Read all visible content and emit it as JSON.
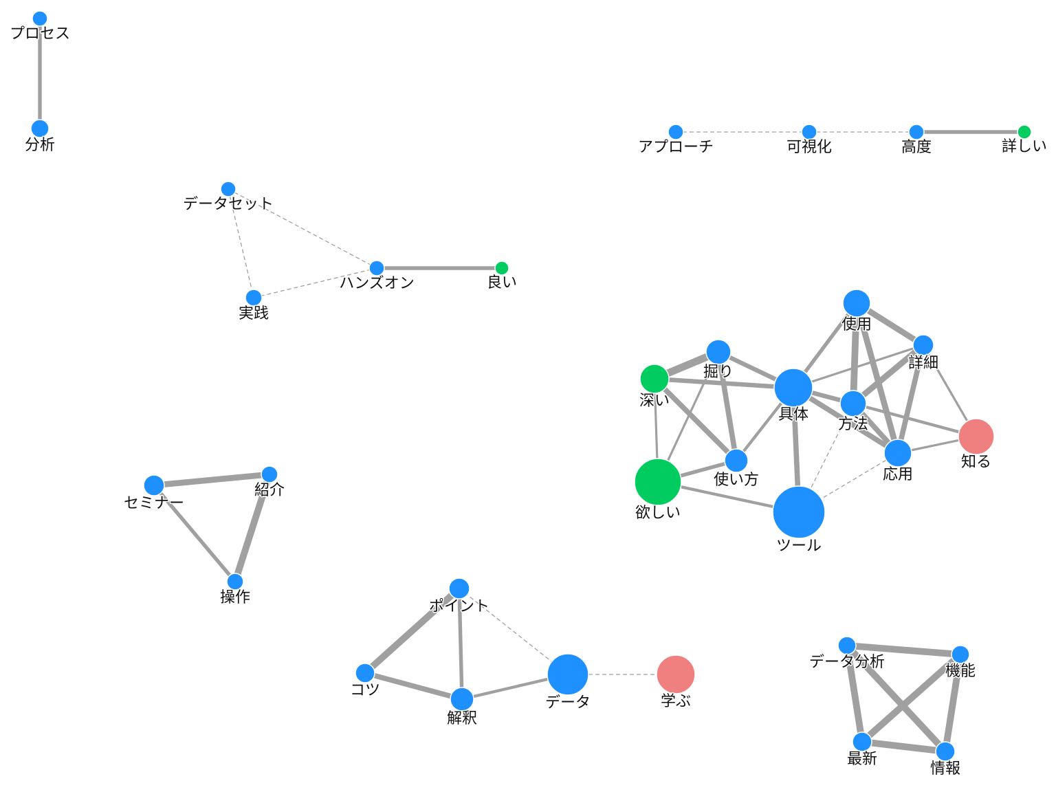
{
  "colors": {
    "blue": "#1e90ff",
    "green": "#00cc5f",
    "red": "#f08080",
    "edge": "#a0a0a0"
  },
  "nodes": [
    {
      "id": "プロセス",
      "label": "プロセス",
      "group": "blue"
    },
    {
      "id": "分析",
      "label": "分析",
      "group": "blue"
    },
    {
      "id": "アプローチ",
      "label": "アプローチ",
      "group": "blue"
    },
    {
      "id": "可視化",
      "label": "可視化",
      "group": "blue"
    },
    {
      "id": "高度",
      "label": "高度",
      "group": "blue"
    },
    {
      "id": "詳しい",
      "label": "詳しい",
      "group": "green"
    },
    {
      "id": "データセット",
      "label": "データセット",
      "group": "blue"
    },
    {
      "id": "ハンズオン",
      "label": "ハンズオン",
      "group": "blue"
    },
    {
      "id": "良い",
      "label": "良い",
      "group": "green"
    },
    {
      "id": "実践",
      "label": "実践",
      "group": "blue"
    },
    {
      "id": "セミナー",
      "label": "セミナー",
      "group": "blue"
    },
    {
      "id": "紹介",
      "label": "紹介",
      "group": "blue"
    },
    {
      "id": "操作",
      "label": "操作",
      "group": "blue"
    },
    {
      "id": "ポイント",
      "label": "ポイント",
      "group": "blue"
    },
    {
      "id": "コツ",
      "label": "コツ",
      "group": "blue"
    },
    {
      "id": "解釈",
      "label": "解釈",
      "group": "blue"
    },
    {
      "id": "データ",
      "label": "データ",
      "group": "blue"
    },
    {
      "id": "学ぶ",
      "label": "学ぶ",
      "group": "red"
    },
    {
      "id": "データ分析",
      "label": "データ分析",
      "group": "blue"
    },
    {
      "id": "機能",
      "label": "機能",
      "group": "blue"
    },
    {
      "id": "最新",
      "label": "最新",
      "group": "blue"
    },
    {
      "id": "情報",
      "label": "情報",
      "group": "blue"
    },
    {
      "id": "使用",
      "label": "使用",
      "group": "blue"
    },
    {
      "id": "掘り",
      "label": "掘り",
      "group": "blue"
    },
    {
      "id": "深い",
      "label": "深い",
      "group": "green"
    },
    {
      "id": "具体",
      "label": "具体",
      "group": "blue"
    },
    {
      "id": "詳細",
      "label": "詳細",
      "group": "blue"
    },
    {
      "id": "方法",
      "label": "方法",
      "group": "blue"
    },
    {
      "id": "応用",
      "label": "応用",
      "group": "blue"
    },
    {
      "id": "知る",
      "label": "知る",
      "group": "red"
    },
    {
      "id": "使い方",
      "label": "使い方",
      "group": "blue"
    },
    {
      "id": "欲しい",
      "label": "欲しい",
      "group": "green"
    },
    {
      "id": "ツール",
      "label": "ツール",
      "group": "blue"
    }
  ],
  "edges": [
    {
      "source": "プロセス",
      "target": "分析",
      "weight": 4,
      "dashed": false
    },
    {
      "source": "アプローチ",
      "target": "可視化",
      "weight": 1,
      "dashed": true
    },
    {
      "source": "可視化",
      "target": "高度",
      "weight": 1,
      "dashed": true
    },
    {
      "source": "高度",
      "target": "詳しい",
      "weight": 4,
      "dashed": false
    },
    {
      "source": "データセット",
      "target": "ハンズオン",
      "weight": 1,
      "dashed": true
    },
    {
      "source": "データセット",
      "target": "実践",
      "weight": 1,
      "dashed": true
    },
    {
      "source": "実践",
      "target": "ハンズオン",
      "weight": 1,
      "dashed": true
    },
    {
      "source": "ハンズオン",
      "target": "良い",
      "weight": 4,
      "dashed": false
    },
    {
      "source": "セミナー",
      "target": "紹介",
      "weight": 7,
      "dashed": false
    },
    {
      "source": "セミナー",
      "target": "操作",
      "weight": 4,
      "dashed": false
    },
    {
      "source": "紹介",
      "target": "操作",
      "weight": 8,
      "dashed": false
    },
    {
      "source": "ポイント",
      "target": "コツ",
      "weight": 8,
      "dashed": false
    },
    {
      "source": "ポイント",
      "target": "解釈",
      "weight": 4,
      "dashed": false
    },
    {
      "source": "ポイント",
      "target": "データ",
      "weight": 1,
      "dashed": true
    },
    {
      "source": "コツ",
      "target": "解釈",
      "weight": 6,
      "dashed": false
    },
    {
      "source": "解釈",
      "target": "データ",
      "weight": 3,
      "dashed": false
    },
    {
      "source": "データ",
      "target": "学ぶ",
      "weight": 1,
      "dashed": true
    },
    {
      "source": "データ分析",
      "target": "機能",
      "weight": 8,
      "dashed": false
    },
    {
      "source": "データ分析",
      "target": "最新",
      "weight": 8,
      "dashed": false
    },
    {
      "source": "データ分析",
      "target": "情報",
      "weight": 8,
      "dashed": false
    },
    {
      "source": "機能",
      "target": "最新",
      "weight": 8,
      "dashed": false
    },
    {
      "source": "機能",
      "target": "情報",
      "weight": 8,
      "dashed": false
    },
    {
      "source": "最新",
      "target": "情報",
      "weight": 8,
      "dashed": false
    },
    {
      "source": "深い",
      "target": "掘り",
      "weight": 9,
      "dashed": false
    },
    {
      "source": "深い",
      "target": "具体",
      "weight": 5,
      "dashed": false
    },
    {
      "source": "深い",
      "target": "使い方",
      "weight": 6,
      "dashed": false
    },
    {
      "source": "深い",
      "target": "欲しい",
      "weight": 2,
      "dashed": false
    },
    {
      "source": "掘り",
      "target": "具体",
      "weight": 5,
      "dashed": false
    },
    {
      "source": "掘り",
      "target": "使い方",
      "weight": 6,
      "dashed": false
    },
    {
      "source": "掘り",
      "target": "欲しい",
      "weight": 2,
      "dashed": false
    },
    {
      "source": "具体",
      "target": "使い方",
      "weight": 3,
      "dashed": false
    },
    {
      "source": "具体",
      "target": "使用",
      "weight": 4,
      "dashed": false
    },
    {
      "source": "具体",
      "target": "詳細",
      "weight": 2,
      "dashed": false
    },
    {
      "source": "具体",
      "target": "方法",
      "weight": 5,
      "dashed": false
    },
    {
      "source": "具体",
      "target": "応用",
      "weight": 6,
      "dashed": false
    },
    {
      "source": "具体",
      "target": "ツール",
      "weight": 6,
      "dashed": false
    },
    {
      "source": "使い方",
      "target": "欲しい",
      "weight": 4,
      "dashed": false
    },
    {
      "source": "欲しい",
      "target": "ツール",
      "weight": 3,
      "dashed": false
    },
    {
      "source": "使用",
      "target": "詳細",
      "weight": 7,
      "dashed": false
    },
    {
      "source": "使用",
      "target": "方法",
      "weight": 8,
      "dashed": false
    },
    {
      "source": "使用",
      "target": "応用",
      "weight": 7,
      "dashed": false
    },
    {
      "source": "詳細",
      "target": "方法",
      "weight": 7,
      "dashed": false
    },
    {
      "source": "詳細",
      "target": "応用",
      "weight": 6,
      "dashed": false
    },
    {
      "source": "詳細",
      "target": "知る",
      "weight": 2,
      "dashed": false
    },
    {
      "source": "方法",
      "target": "応用",
      "weight": 6,
      "dashed": false
    },
    {
      "source": "方法",
      "target": "知る",
      "weight": 3,
      "dashed": false
    },
    {
      "source": "方法",
      "target": "ツール",
      "weight": 1,
      "dashed": true
    },
    {
      "source": "応用",
      "target": "ツール",
      "weight": 1,
      "dashed": true
    },
    {
      "source": "応用",
      "target": "知る",
      "weight": 2,
      "dashed": false
    }
  ]
}
